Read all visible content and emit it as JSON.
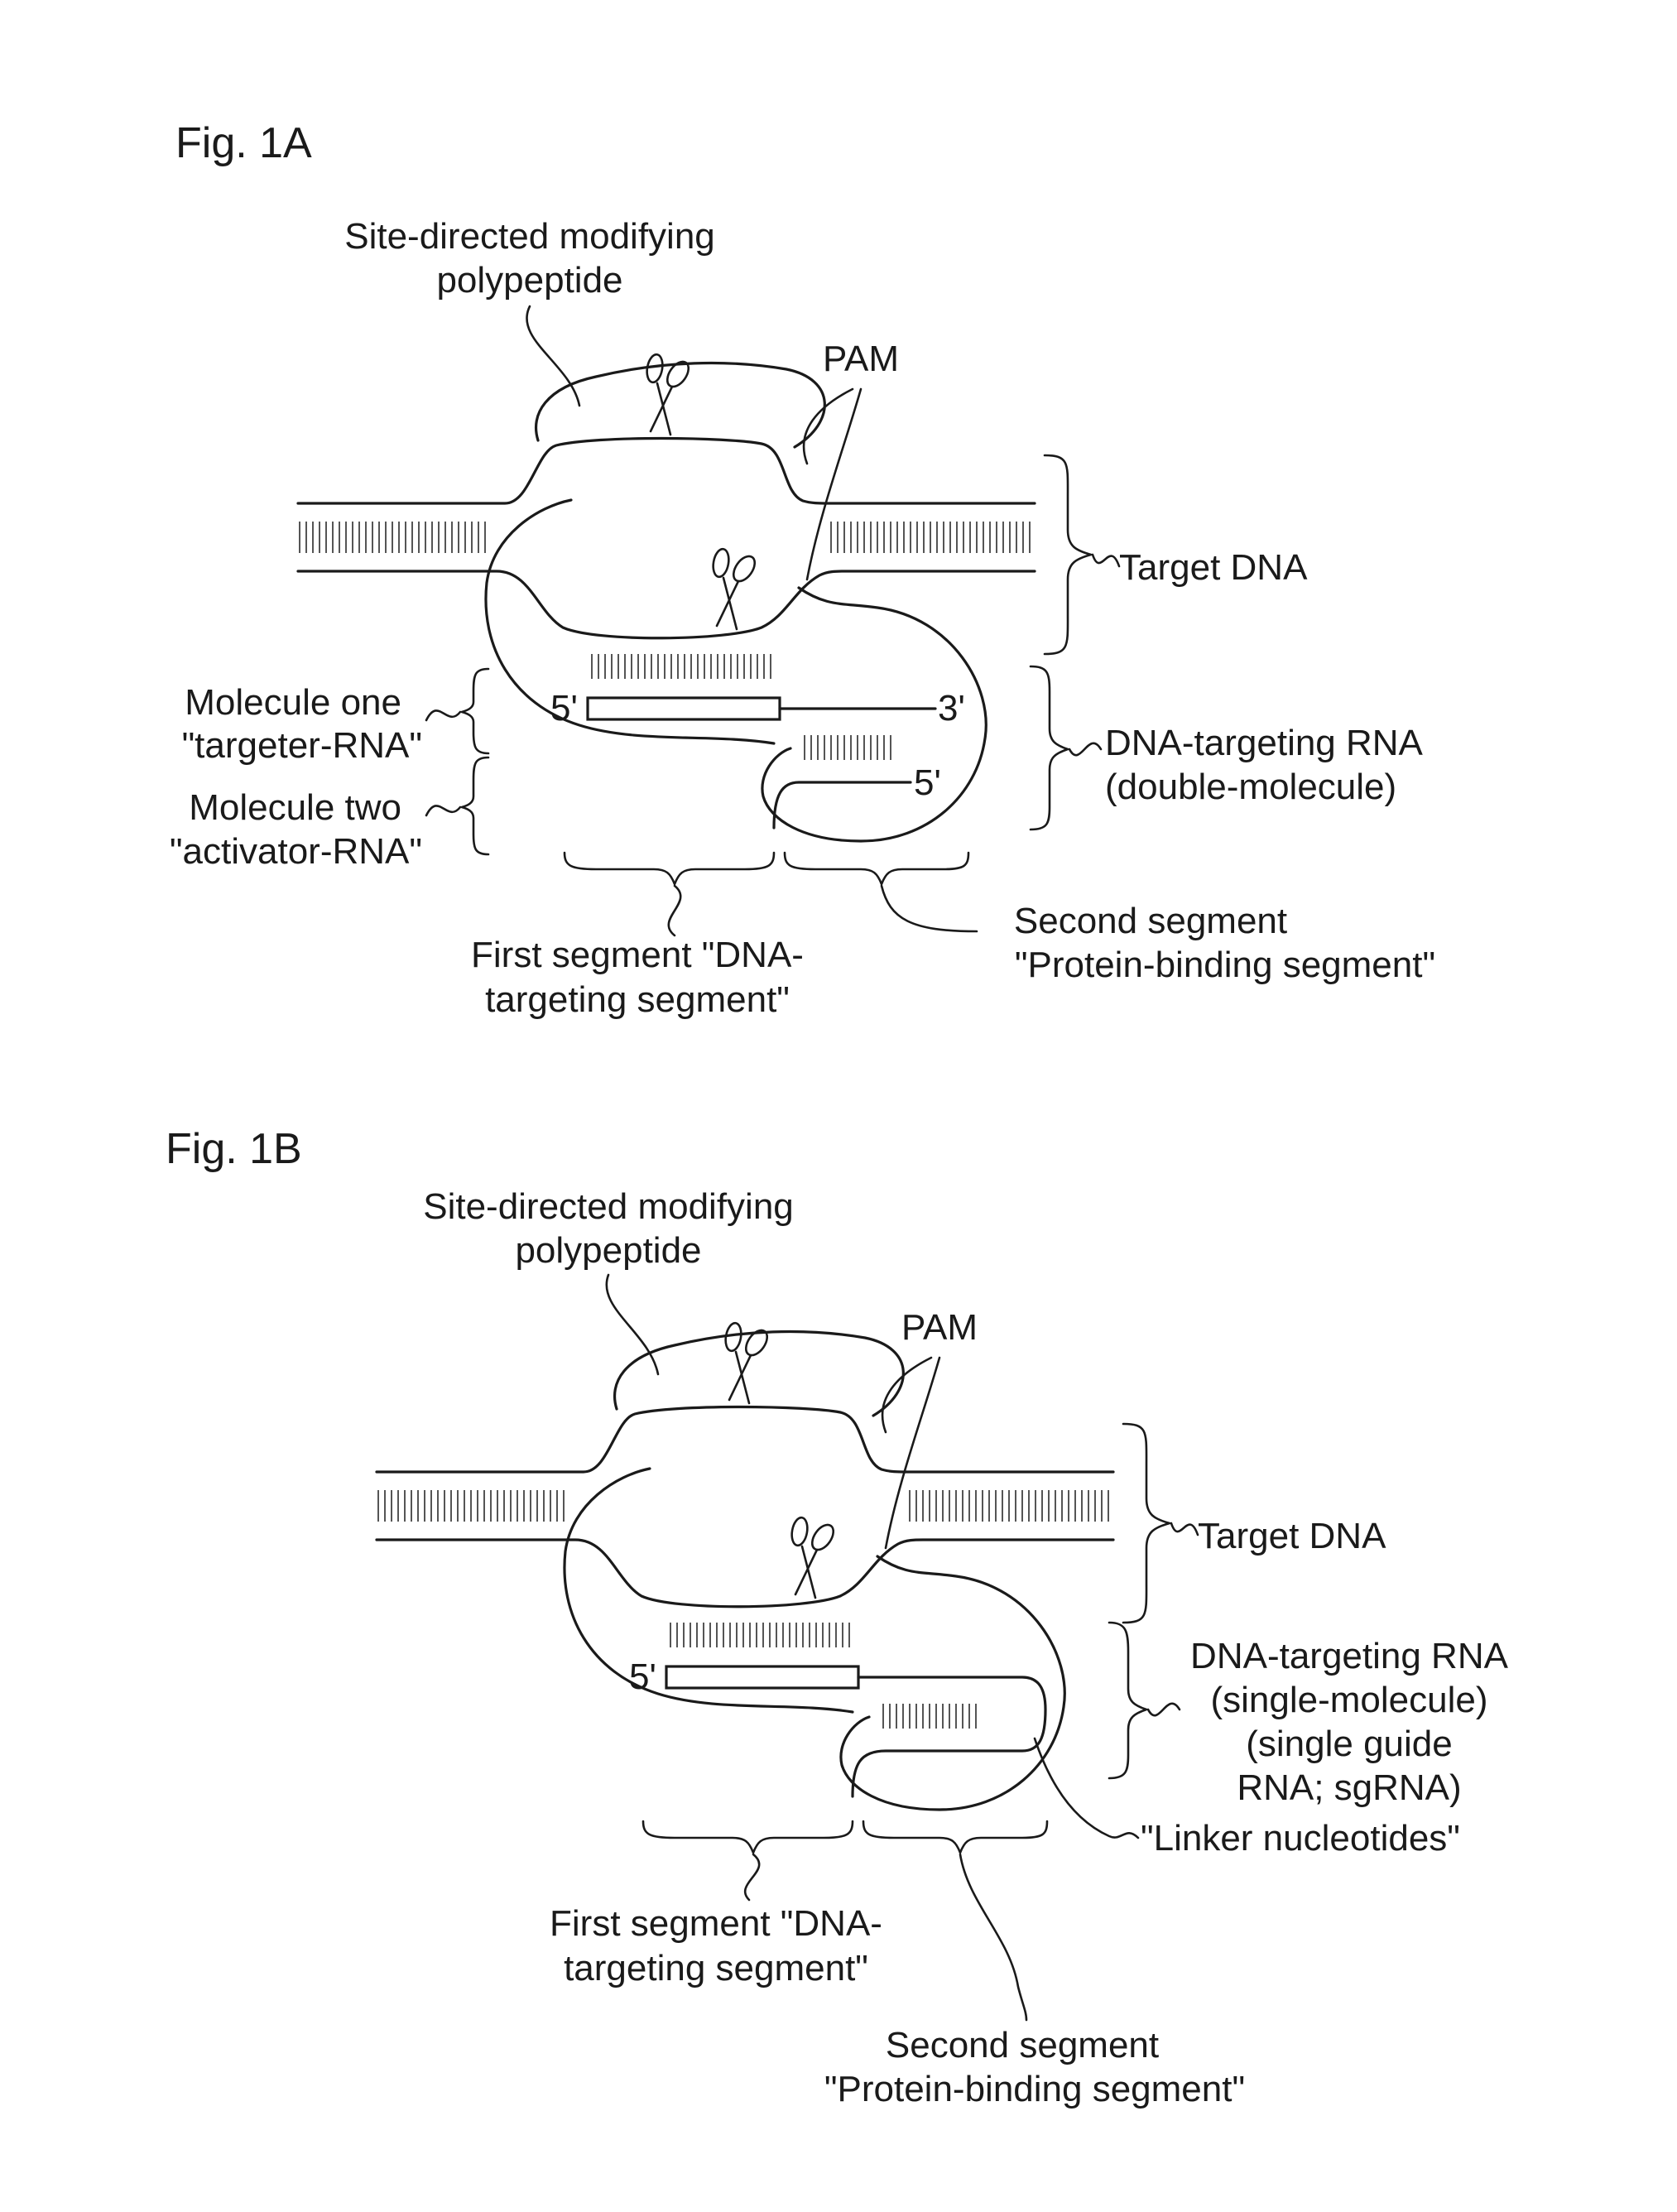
{
  "figures": [
    {
      "id": "fig-1a",
      "fig_label": "Fig. 1A",
      "polypeptide_label": [
        "Site-directed modifying",
        "polypeptide"
      ],
      "pam_label": "PAM",
      "target_dna_label": "Target DNA",
      "molecule_one_label": [
        "Molecule one",
        "\"targeter-RNA\""
      ],
      "molecule_two_label": [
        "Molecule two",
        "\"activator-RNA\""
      ],
      "rna_label": [
        "DNA-targeting RNA",
        "(double-molecule)"
      ],
      "first_segment_label": [
        "First segment \"DNA-",
        "targeting segment\""
      ],
      "second_segment_label": [
        "Second segment",
        "\"Protein-binding segment\""
      ],
      "end_5_top": "5'",
      "end_3": "3'",
      "end_5_bottom": "5'"
    },
    {
      "id": "fig-1b",
      "fig_label": "Fig. 1B",
      "polypeptide_label": [
        "Site-directed modifying",
        "polypeptide"
      ],
      "pam_label": "PAM",
      "target_dna_label": "Target DNA",
      "rna_label": [
        "DNA-targeting RNA",
        "(single-molecule)",
        "(single guide",
        "RNA; sgRNA)"
      ],
      "linker_label": "\"Linker nucleotides\"",
      "first_segment_label": [
        "First segment \"DNA-",
        "targeting segment\""
      ],
      "second_segment_label": [
        "Second segment",
        "\"Protein-binding segment\""
      ],
      "end_5_top": "5'"
    }
  ]
}
